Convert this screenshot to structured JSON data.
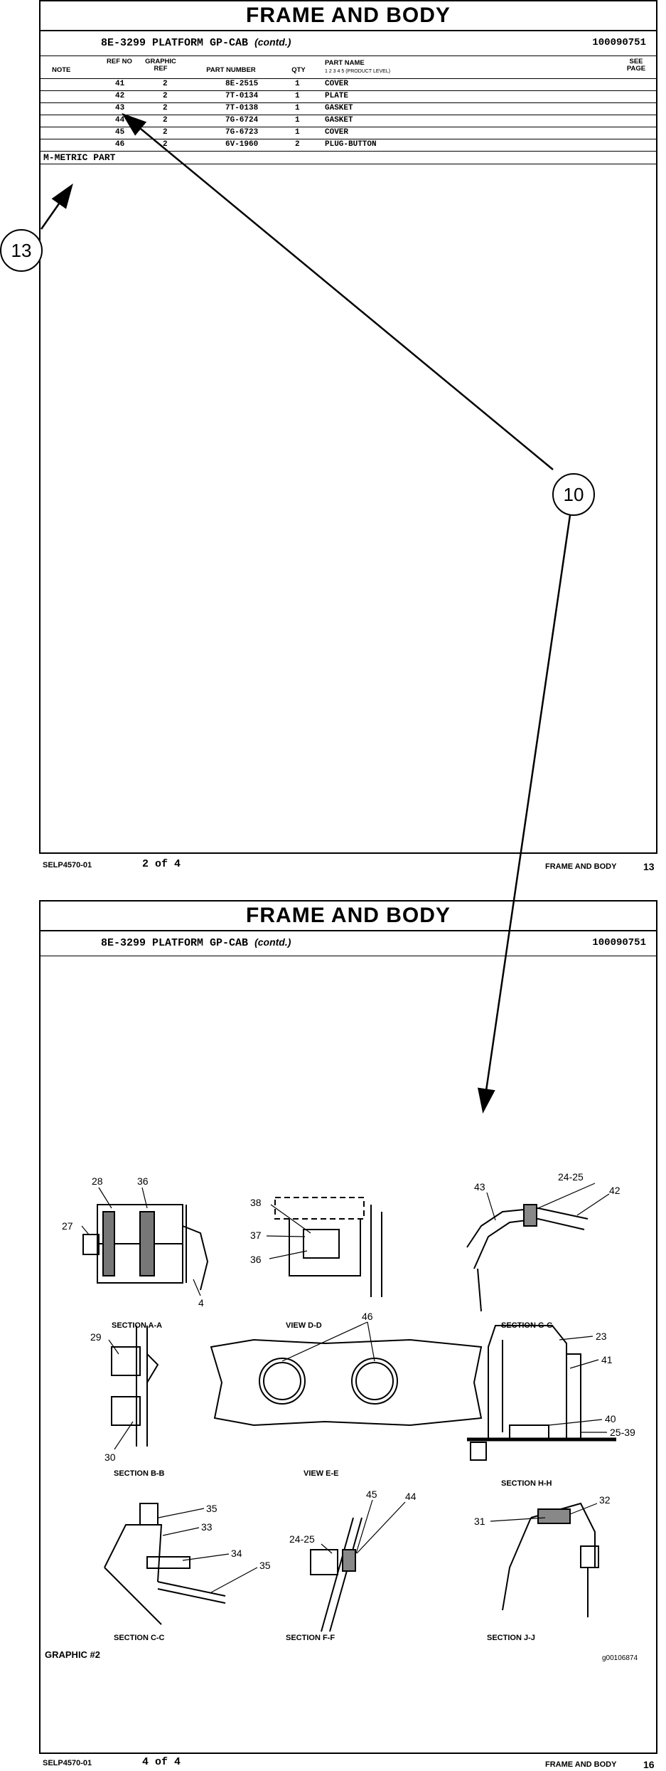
{
  "page1": {
    "title": "FRAME AND BODY",
    "subtitle_main": "8E-3299 PLATFORM GP-CAB",
    "subtitle_contd": "(contd.)",
    "doc_number": "100090751",
    "headers": {
      "note": "NOTE",
      "ref_no": "REF NO",
      "graphic_ref": "GRAPHIC REF",
      "part_number": "PART NUMBER",
      "qty": "QTY",
      "part_name": "PART NAME",
      "product_level": "1 2 3 4 5 (PRODUCT LEVEL)",
      "see_page": "SEE PAGE"
    },
    "rows": [
      {
        "ref": "41",
        "graphic": "2",
        "part": "8E-2515",
        "qty": "1",
        "name": "COVER"
      },
      {
        "ref": "42",
        "graphic": "2",
        "part": "7T-0134",
        "qty": "1",
        "name": "PLATE"
      },
      {
        "ref": "43",
        "graphic": "2",
        "part": "7T-0138",
        "qty": "1",
        "name": "GASKET"
      },
      {
        "ref": "44",
        "graphic": "2",
        "part": "7G-6724",
        "qty": "1",
        "name": "GASKET"
      },
      {
        "ref": "45",
        "graphic": "2",
        "part": "7G-6723",
        "qty": "1",
        "name": "COVER"
      },
      {
        "ref": "46",
        "graphic": "2",
        "part": "6V-1960",
        "qty": "2",
        "name": "PLUG-BUTTON"
      }
    ],
    "metric_note": "M-METRIC PART",
    "footer_left": "SELP4570-01",
    "footer_page": "2 of 4",
    "footer_right": "FRAME AND BODY",
    "footer_num": "13"
  },
  "page2": {
    "title": "FRAME AND BODY",
    "subtitle_main": "8E-3299 PLATFORM GP-CAB",
    "subtitle_contd": "(contd.)",
    "doc_number": "100090751",
    "sections": {
      "aa": "SECTION A-A",
      "dd": "VIEW D-D",
      "gg": "SECTION G-G",
      "bb": "SECTION B-B",
      "ee": "VIEW E-E",
      "hh": "SECTION H-H",
      "cc": "SECTION C-C",
      "ff": "SECTION F-F",
      "jj": "SECTION J-J"
    },
    "labels": {
      "l28": "28",
      "l36a": "36",
      "l27": "27",
      "l4": "4",
      "l38": "38",
      "l37": "37",
      "l36b": "36",
      "l43": "43",
      "l2425a": "24-25",
      "l42": "42",
      "l29": "29",
      "l30": "30",
      "l46": "46",
      "l23": "23",
      "l41": "41",
      "l40": "40",
      "l2539": "25-39",
      "l35a": "35",
      "l33": "33",
      "l34": "34",
      "l35b": "35",
      "l45": "45",
      "l44": "44",
      "l2425b": "24-25",
      "l31": "31",
      "l32": "32"
    },
    "graphic_label": "GRAPHIC #2",
    "image_id": "g00106874",
    "footer_left": "SELP4570-01",
    "footer_page": "4 of 4",
    "footer_right": "FRAME AND BODY",
    "footer_num": "16"
  },
  "callouts": {
    "c13": "13",
    "c10": "10"
  }
}
